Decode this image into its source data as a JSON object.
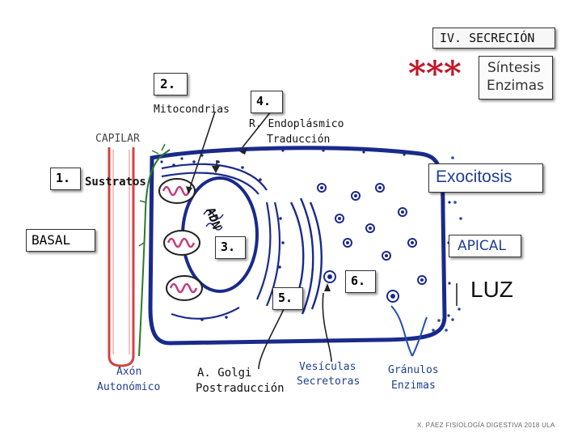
{
  "labels": {
    "section_title": "IV. SECRECIÓN",
    "asterisks": "***",
    "synthesis_line1": "Síntesis",
    "synthesis_line2": "Enzimas",
    "num_2": "2.",
    "mitochondria": "Mitocondrias",
    "num_4": "4.",
    "re_line1": "R. Endoplásmico",
    "re_line2": "Traducción",
    "capillary": "CAPILAR",
    "num_1": "1.",
    "substrates": "Sustratos",
    "exocytosis": "Exocitosis",
    "dna": "ADN",
    "basal": "BASAL",
    "num_3": "3.",
    "apical": "APICAL",
    "num_6": "6.",
    "num_5": "5.",
    "lumen": "LUZ",
    "axon_line1": "Axón",
    "axon_line2": "Autonómico",
    "golgi_line1": "A. Golgi",
    "golgi_line2": "Postraducción",
    "vesicles_line1": "Vesículas",
    "vesicles_line2": "Secretoras",
    "granules_line1": "Gránulos",
    "granules_line2": "Enzimas",
    "credit": "X. PÁEZ   FISIOLOGÍA DIGESTIVA 2018 ULA"
  },
  "colors": {
    "cell_border": "#1a2a8a",
    "capillary": "#d94040",
    "mitochondria": "#c43c7a",
    "nerve": "#2a7a2a",
    "asterisks": "#c0192c",
    "label_blue": "#1f3f8f"
  }
}
